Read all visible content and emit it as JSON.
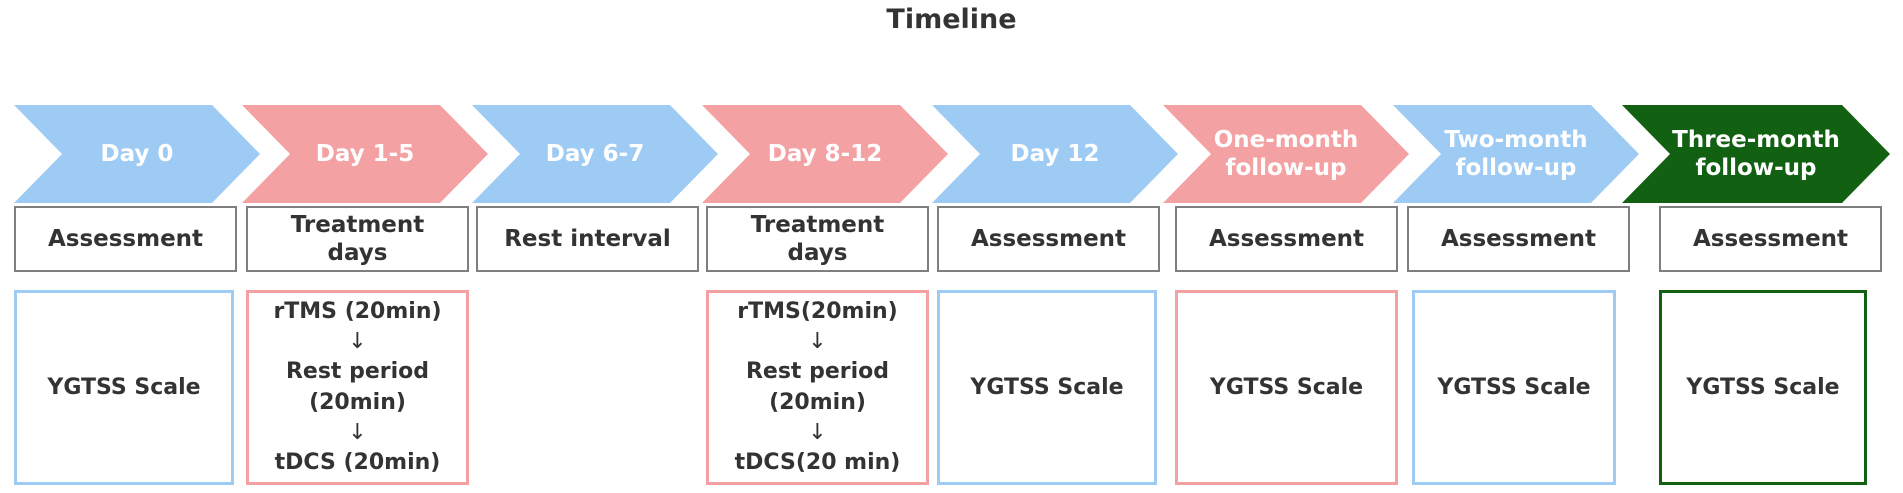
{
  "title": "Timeline",
  "colors": {
    "blue": "#9ecbf4",
    "pink": "#f4a1a4",
    "green": "#126012",
    "box_border": "#7f7f7f",
    "text": "#333333"
  },
  "stages": [
    {
      "label": "Day 0",
      "color": "blue",
      "box": "Assessment"
    },
    {
      "label": "Day 1-5",
      "color": "pink",
      "box": "Treatment\ndays"
    },
    {
      "label": "Day 6-7",
      "color": "blue",
      "box": "Rest interval"
    },
    {
      "label": "Day 8-12",
      "color": "pink",
      "box": "Treatment\ndays"
    },
    {
      "label": "Day 12",
      "color": "blue",
      "box": "Assessment"
    },
    {
      "label": "One-month\nfollow-up",
      "color": "pink",
      "box": "Assessment"
    },
    {
      "label": "Two-month\nfollow-up",
      "color": "blue",
      "box": "Assessment"
    },
    {
      "label": "Three-month\nfollow-up",
      "color": "green",
      "box": "Assessment"
    }
  ],
  "details": {
    "d0": {
      "text": "YGTSS Scale",
      "color": "blue"
    },
    "d1": {
      "color": "pink",
      "step1": "rTMS (20min)",
      "arrow1": "↓",
      "step2a": "Rest period",
      "step2b": "(20min)",
      "arrow2": "↓",
      "step3": "tDCS (20min)"
    },
    "d3": {
      "color": "pink",
      "step1": "rTMS(20min)",
      "arrow1": "↓",
      "step2a": "Rest period",
      "step2b": "(20min)",
      "arrow2": "↓",
      "step3": "tDCS(20 min)"
    },
    "d4": {
      "text": "YGTSS Scale",
      "color": "blue"
    },
    "d5": {
      "text": "YGTSS Scale",
      "color": "pink"
    },
    "d6": {
      "text": "YGTSS Scale",
      "color": "blue"
    },
    "d7": {
      "text": "YGTSS Scale",
      "color": "green"
    }
  }
}
